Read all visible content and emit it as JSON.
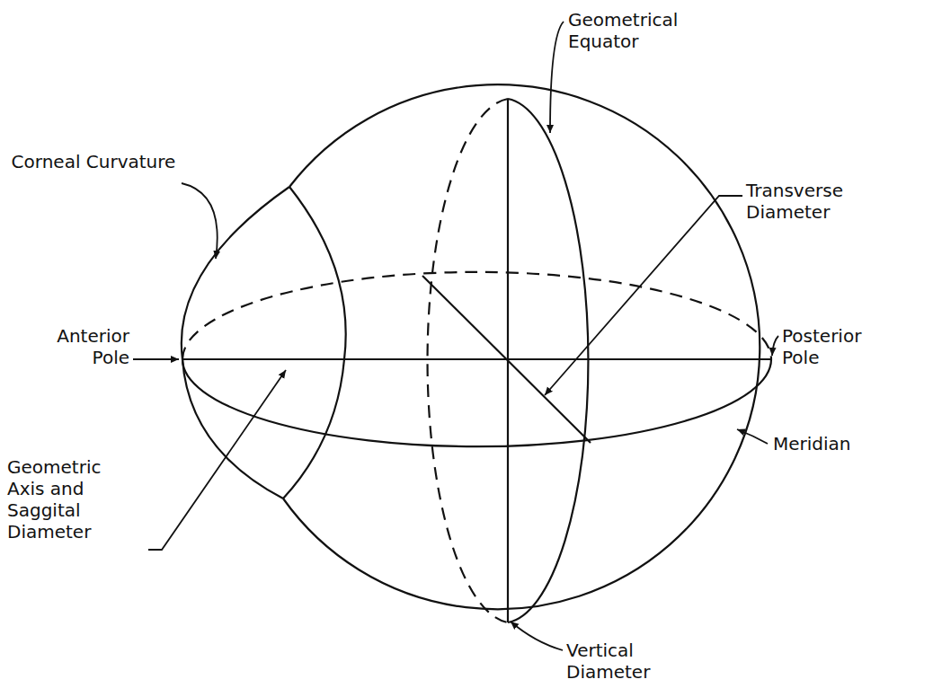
{
  "diagram": {
    "labels": [
      "Geometrical Equator",
      "Corneal Curvature",
      "Transverse Diameter",
      "Anterior Pole",
      "Posterior Pole",
      "Meridian",
      "Geometric Axis and Saggital Diameter",
      "Vertical Diameter"
    ]
  }
}
